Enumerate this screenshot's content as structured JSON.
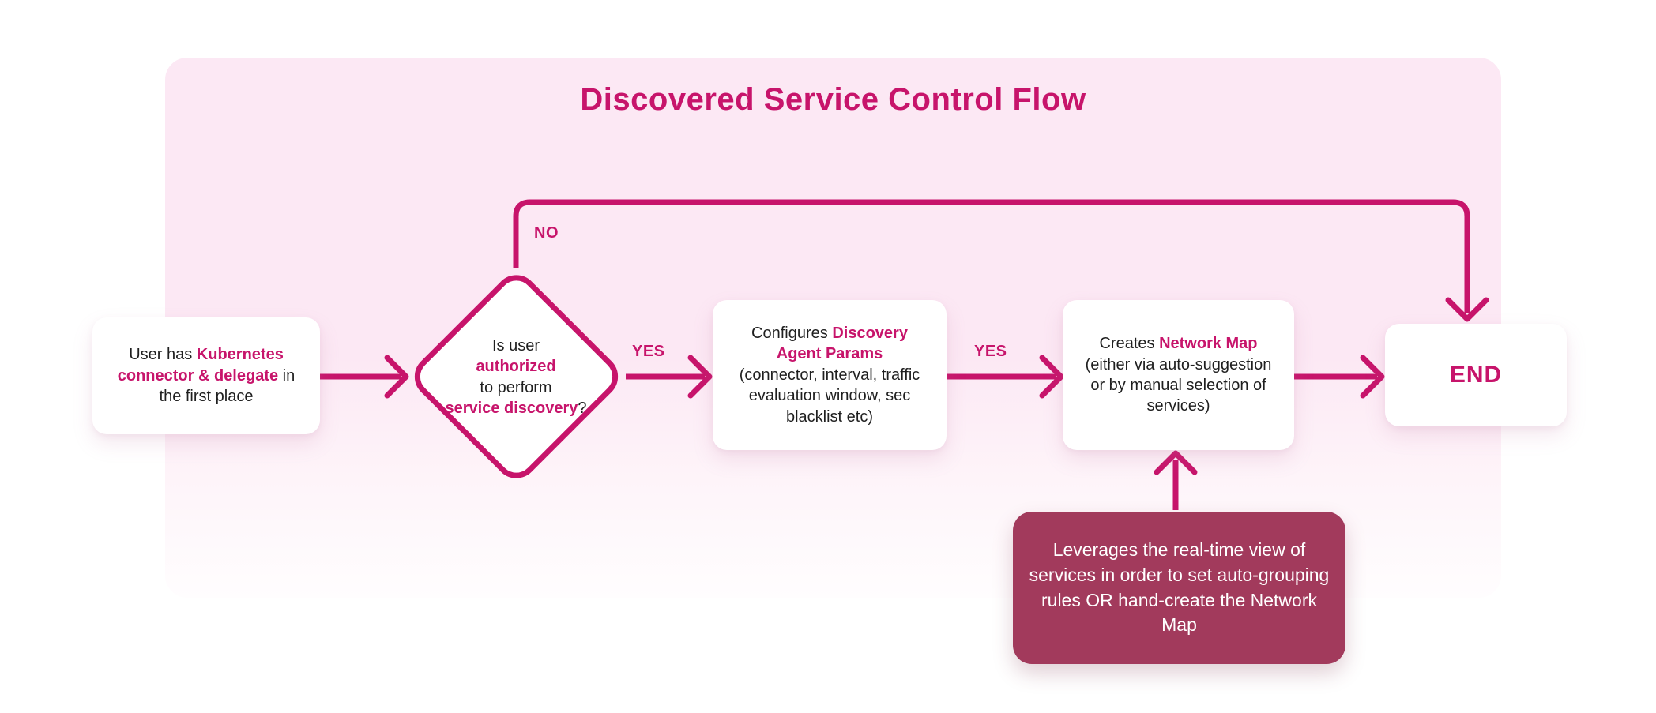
{
  "title": "Discovered Service Control Flow",
  "colors": {
    "magenta": "#C7146B",
    "panel": "#FCE8F4",
    "maroon": "#A23A5C",
    "text": "#1F1F1F",
    "node_bg": "#FFFFFF"
  },
  "nodes": {
    "start": {
      "before": "User has ",
      "accent": "Kubernetes connector & delegate",
      "after": " in the first place"
    },
    "decision": {
      "line1": "Is user",
      "accent1": "authorized",
      "line2": "to perform",
      "accent2": "service discovery",
      "suffix": "?"
    },
    "configure": {
      "before": "Configures ",
      "accent": "Discovery Agent Params",
      "detail": "(connector, interval, traffic evaluation window, sec blacklist etc)"
    },
    "create": {
      "before": "Creates ",
      "accent": "Network Map",
      "detail": "(either via auto-suggestion or by manual selection of services)"
    },
    "end": {
      "label": "END"
    },
    "note": {
      "text": "Leverages the real-time view of services in order to set auto-grouping rules OR hand-create the Network Map"
    }
  },
  "edges": {
    "no": "NO",
    "yes1": "YES",
    "yes2": "YES"
  }
}
